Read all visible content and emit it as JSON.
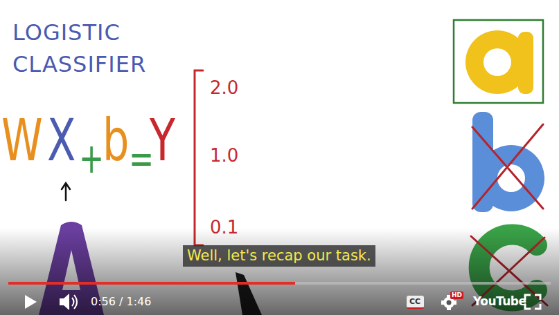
{
  "diagram": {
    "title": "LOGISTIC CLASSIFIER",
    "nodes": [
      {
        "text": [
          "Well, let's recap our task."
        ]
      },
      {
        "text": [
          "CC"
        ]
      }
    ],
    "labels": [
      "W",
      "X",
      "+",
      "b",
      "=",
      "Y",
      "2.0",
      "1.0",
      "0.1",
      "0:56 / 1:46",
      "HD",
      "YouTube"
    ]
  }
}
